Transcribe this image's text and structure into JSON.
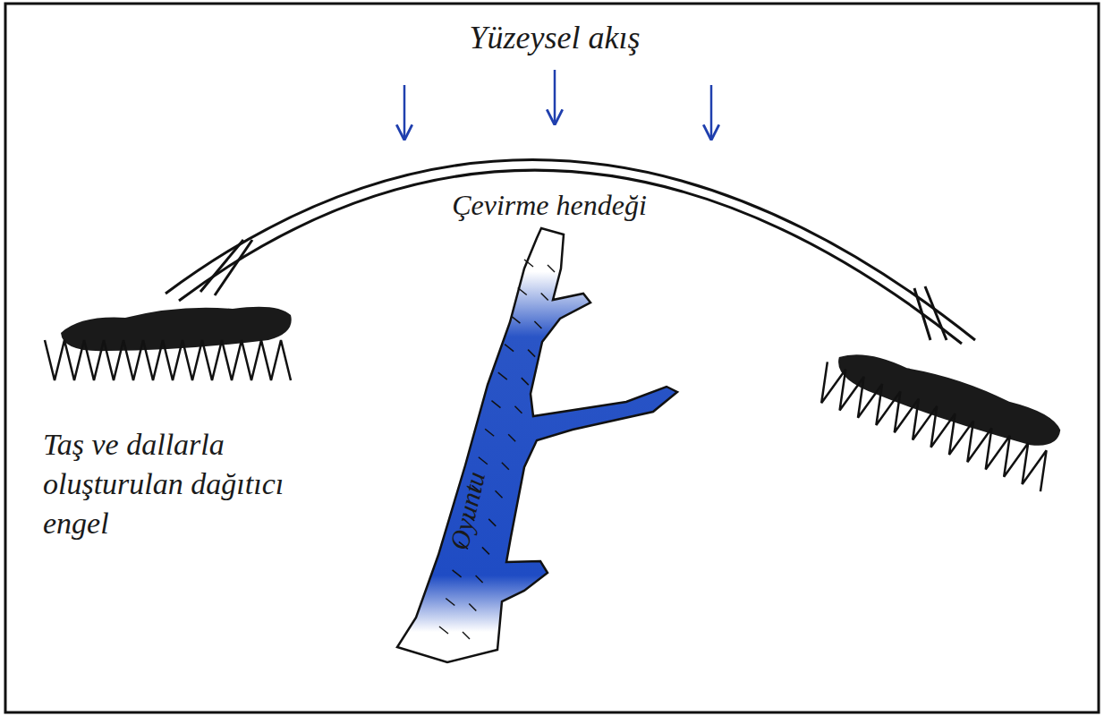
{
  "diagram": {
    "labels": [
      "Yüzeysel akış",
      "Çevirme hendeği",
      "Taş ve dallarla oluşturulan dağıtıcı engel",
      "Oyuntu"
    ]
  }
}
